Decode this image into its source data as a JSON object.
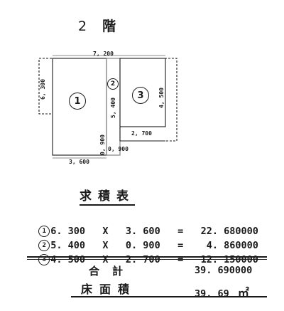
{
  "title": {
    "floor_num": "2",
    "floor_char": "階"
  },
  "plan": {
    "dim_top": "7, 200",
    "dim_left": "6, 300",
    "dim_right": "4, 500",
    "dim_mid_bottom": "5, 400",
    "dim_mid_lower": "0, 900",
    "dim_right_small": "2, 700",
    "dim_bottom_left": "3, 600",
    "dim_bottom_mid": "0, 900",
    "area1": "1",
    "area2": "2",
    "area3": "3"
  },
  "table": {
    "heading": "求積表",
    "rows": [
      {
        "no": "1",
        "expr": "6. 300   X   3. 600   =   22. 680000"
      },
      {
        "no": "2",
        "expr": "5. 400   X   0. 900   =    4. 860000"
      },
      {
        "no": "3",
        "expr": "4. 500   X   2. 700   =   12. 150000"
      }
    ],
    "total_label": "合計",
    "total_value": "39. 690000",
    "floor_area_label": "床面積",
    "floor_area_value": "39. 69",
    "unit": "㎡"
  }
}
